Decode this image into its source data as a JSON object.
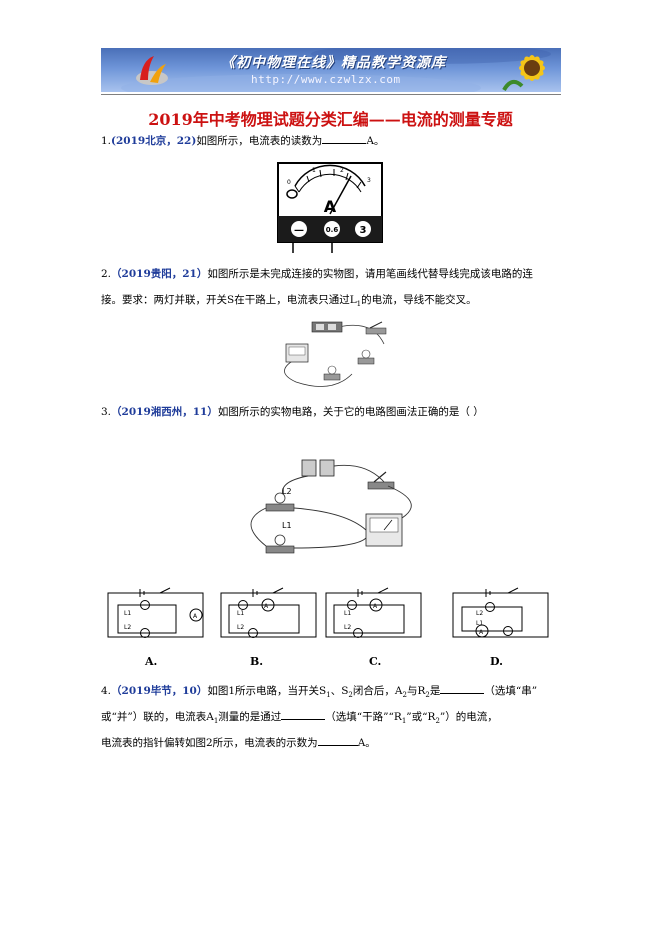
{
  "banner": {
    "title": "《初中物理在线》精品教学资源库",
    "url": "http://www.czwlzx.com"
  },
  "document": {
    "title": "2019年中考物理试题分类汇编——电流的测量专题"
  },
  "q1": {
    "number": "1.",
    "source": "(2019北京，22)",
    "text_a": "如图所示，电流表的读数为",
    "text_b": "A。",
    "meter": {
      "letter": "A",
      "terminals": [
        "—",
        "0.6",
        "3"
      ]
    }
  },
  "q2": {
    "number": "2.",
    "source": "（2019贵阳，21）",
    "line1": "如图所示是未完成连接的实物图，请用笔画线代替导线完成该电路的连",
    "line2": "接。要求：两灯并联，开关S在干路上，电流表只通过L",
    "line2_sub": "1",
    "line2_end": "的电流，导线不能交叉。"
  },
  "q3": {
    "number": "3.",
    "source": "（2019湘西州，11）",
    "text": "如图所示的实物电路，关于它的电路图画法正确的是（      ）",
    "photo_labels": [
      "L2",
      "L1"
    ],
    "options": [
      "A.",
      "B.",
      "C.",
      "D."
    ]
  },
  "q4": {
    "number": "4.",
    "source": "（2019毕节，10）",
    "line1_a": "如图1所示电路，当开关S",
    "line1_b": "、S",
    "line1_c": "闭合后，A",
    "line1_d": "与R",
    "line1_e": "是",
    "line1_f": "（选填“串”",
    "line2_a": "或“并”）联的，电流表A",
    "line2_b": "测量的是通过",
    "line2_c": "（选填“干路”“R",
    "line2_d": "”或“R",
    "line2_e": "”）的电流，",
    "line3_a": "电流表的指针偏转如图2所示，电流表的示数为",
    "line3_b": "A。",
    "sub1": "1",
    "sub2": "2"
  }
}
